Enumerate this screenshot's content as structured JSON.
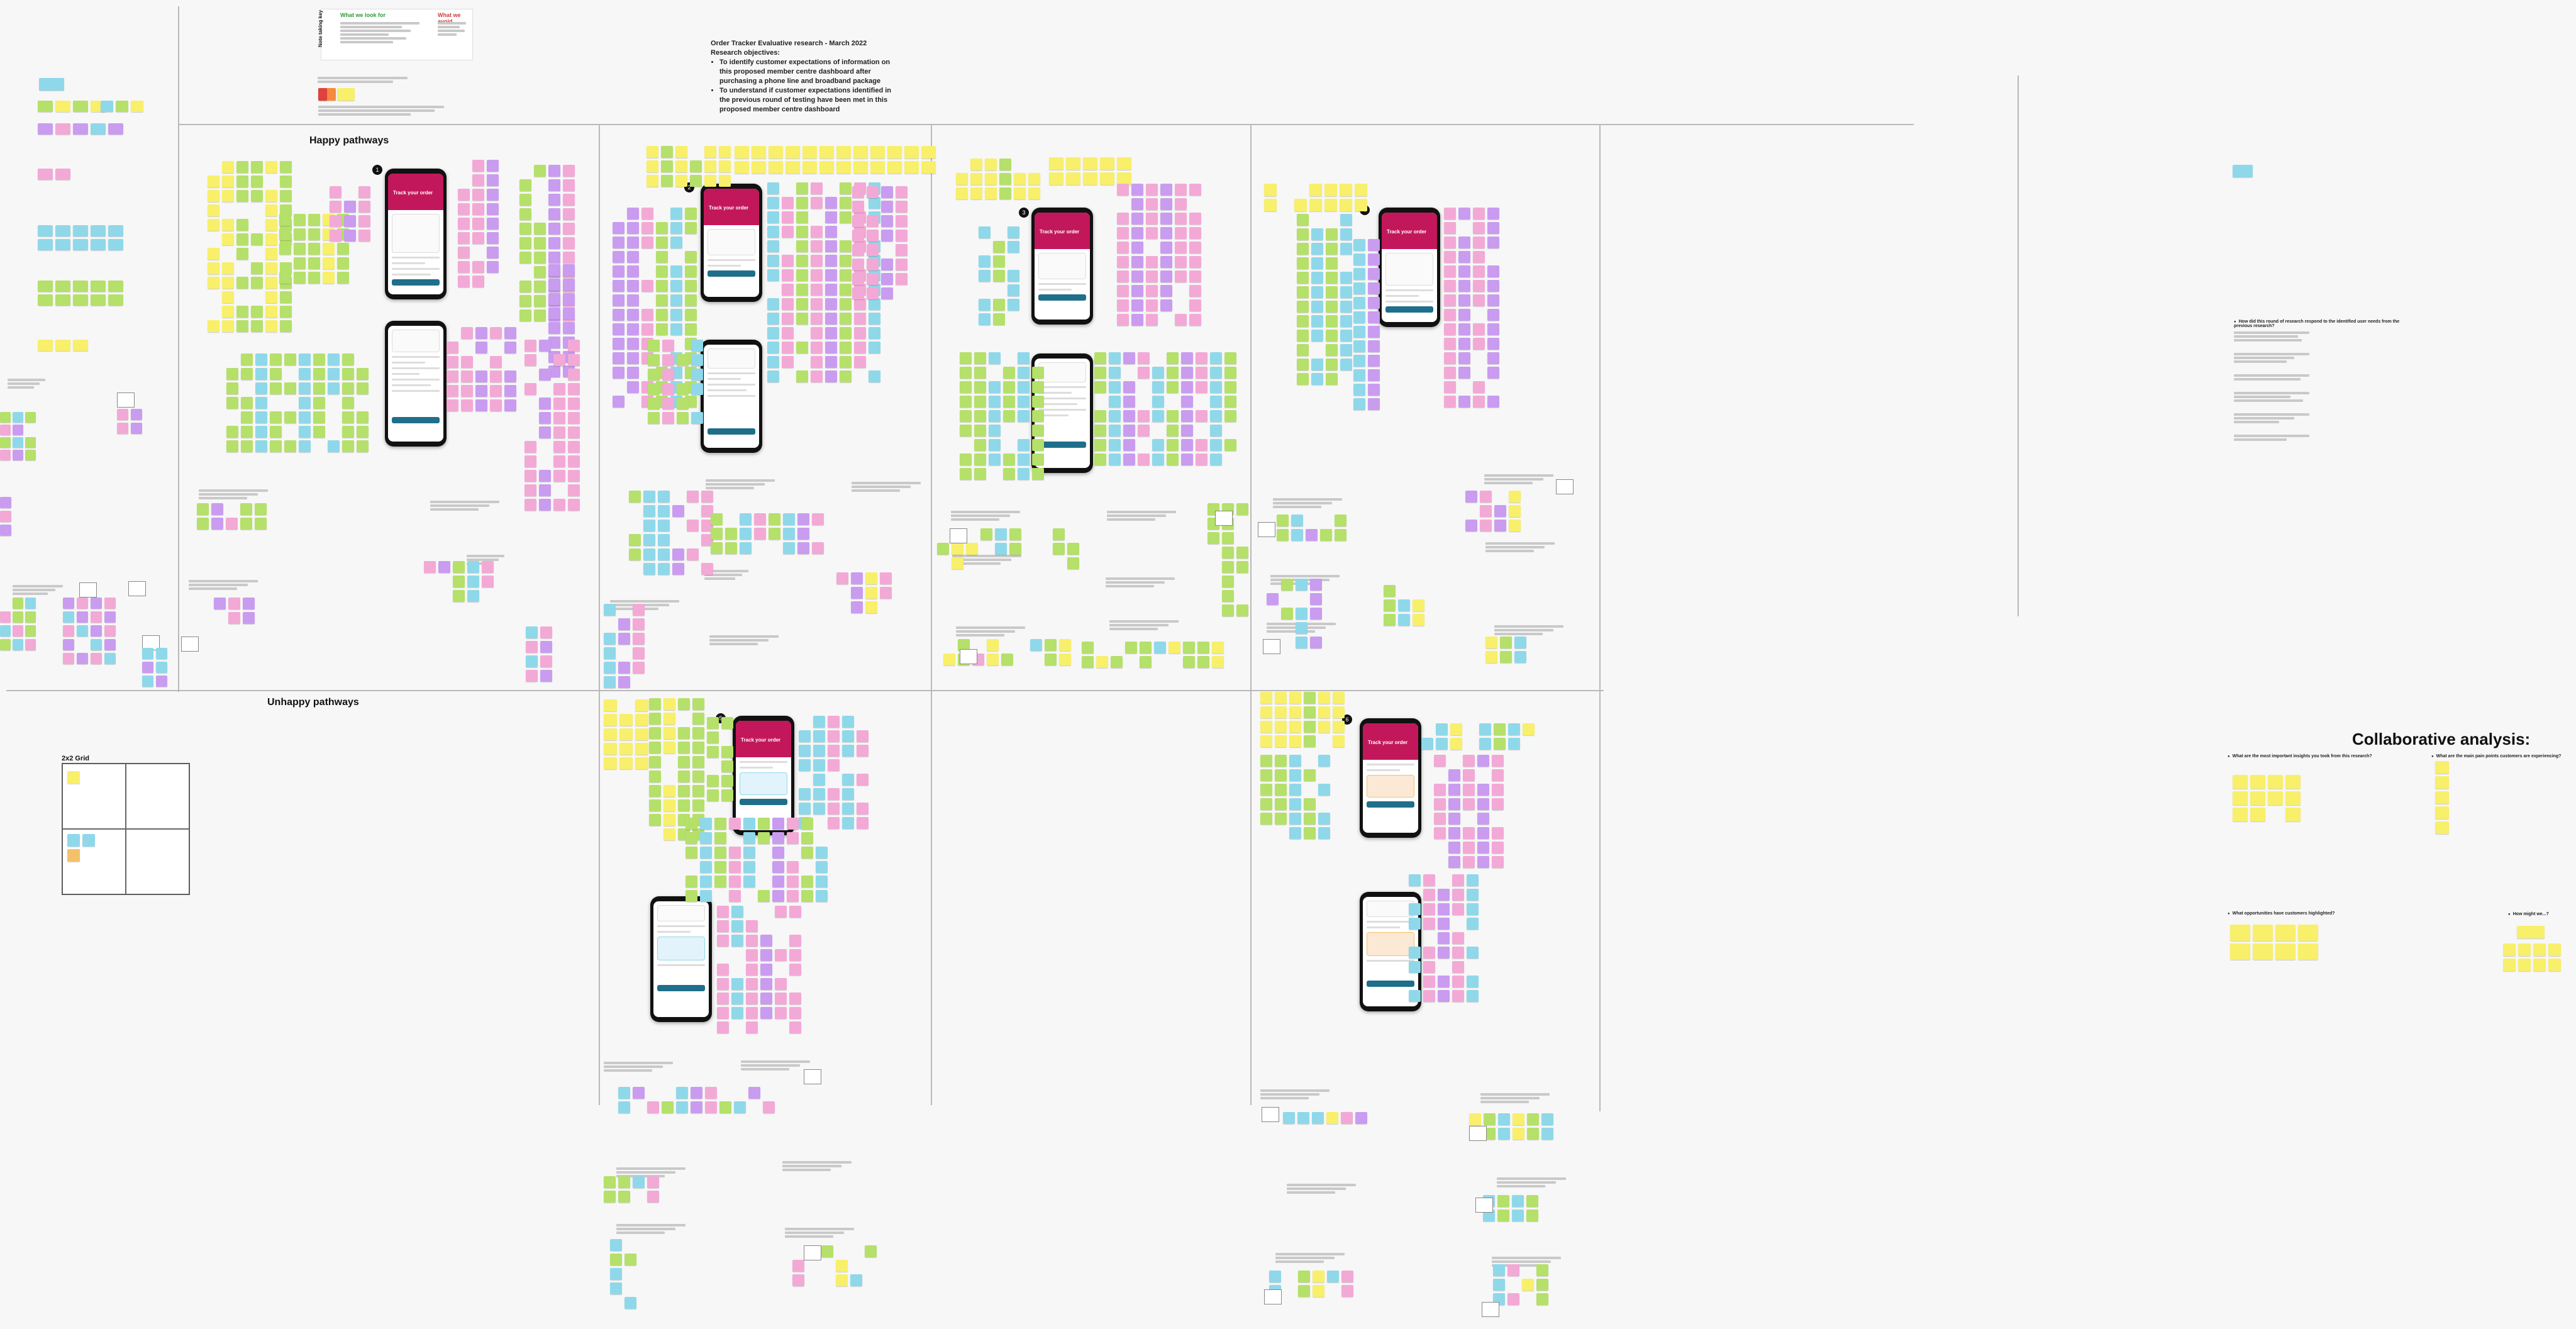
{
  "colors": {
    "yellow": "#f8ef6b",
    "green": "#b5e06a",
    "blue": "#8fd8ea",
    "pink": "#f3a9d6",
    "purple": "#c99cf0",
    "orange": "#f48a3c",
    "magenta": "#c2185b"
  },
  "key_box": {
    "side_label": "Note taking key",
    "what_we_look_for": "What we look for",
    "what_we_avoid": "What we avoid"
  },
  "research": {
    "title": "Order Tracker Evaluative research - March 2022",
    "objectives_label": "Research objectives:",
    "objectives": [
      "To identify customer expectations of information on this proposed member centre dashboard after purchasing a phone line and broadband package",
      "To understand if customer expectations identified in the previous round of testing have been met in this proposed member centre dashboard"
    ]
  },
  "sections": {
    "happy": "Happy pathways",
    "unhappy": "Unhappy pathways",
    "grid": "2x2 Grid",
    "collab": "Collaborative analysis:"
  },
  "phone": {
    "headline": "Track your order"
  },
  "badges": [
    "1",
    "2",
    "3",
    "4",
    "5",
    "6"
  ],
  "collab_questions": {
    "top_question": "How did this round of research respond to the identified user needs from the previous research?",
    "q1": "What are the most important insights you took from this research?",
    "q2": "What are the main pain points customers are experiencing?",
    "q3": "What opportunities have customers highlighted?",
    "q4": "How might we...?"
  }
}
